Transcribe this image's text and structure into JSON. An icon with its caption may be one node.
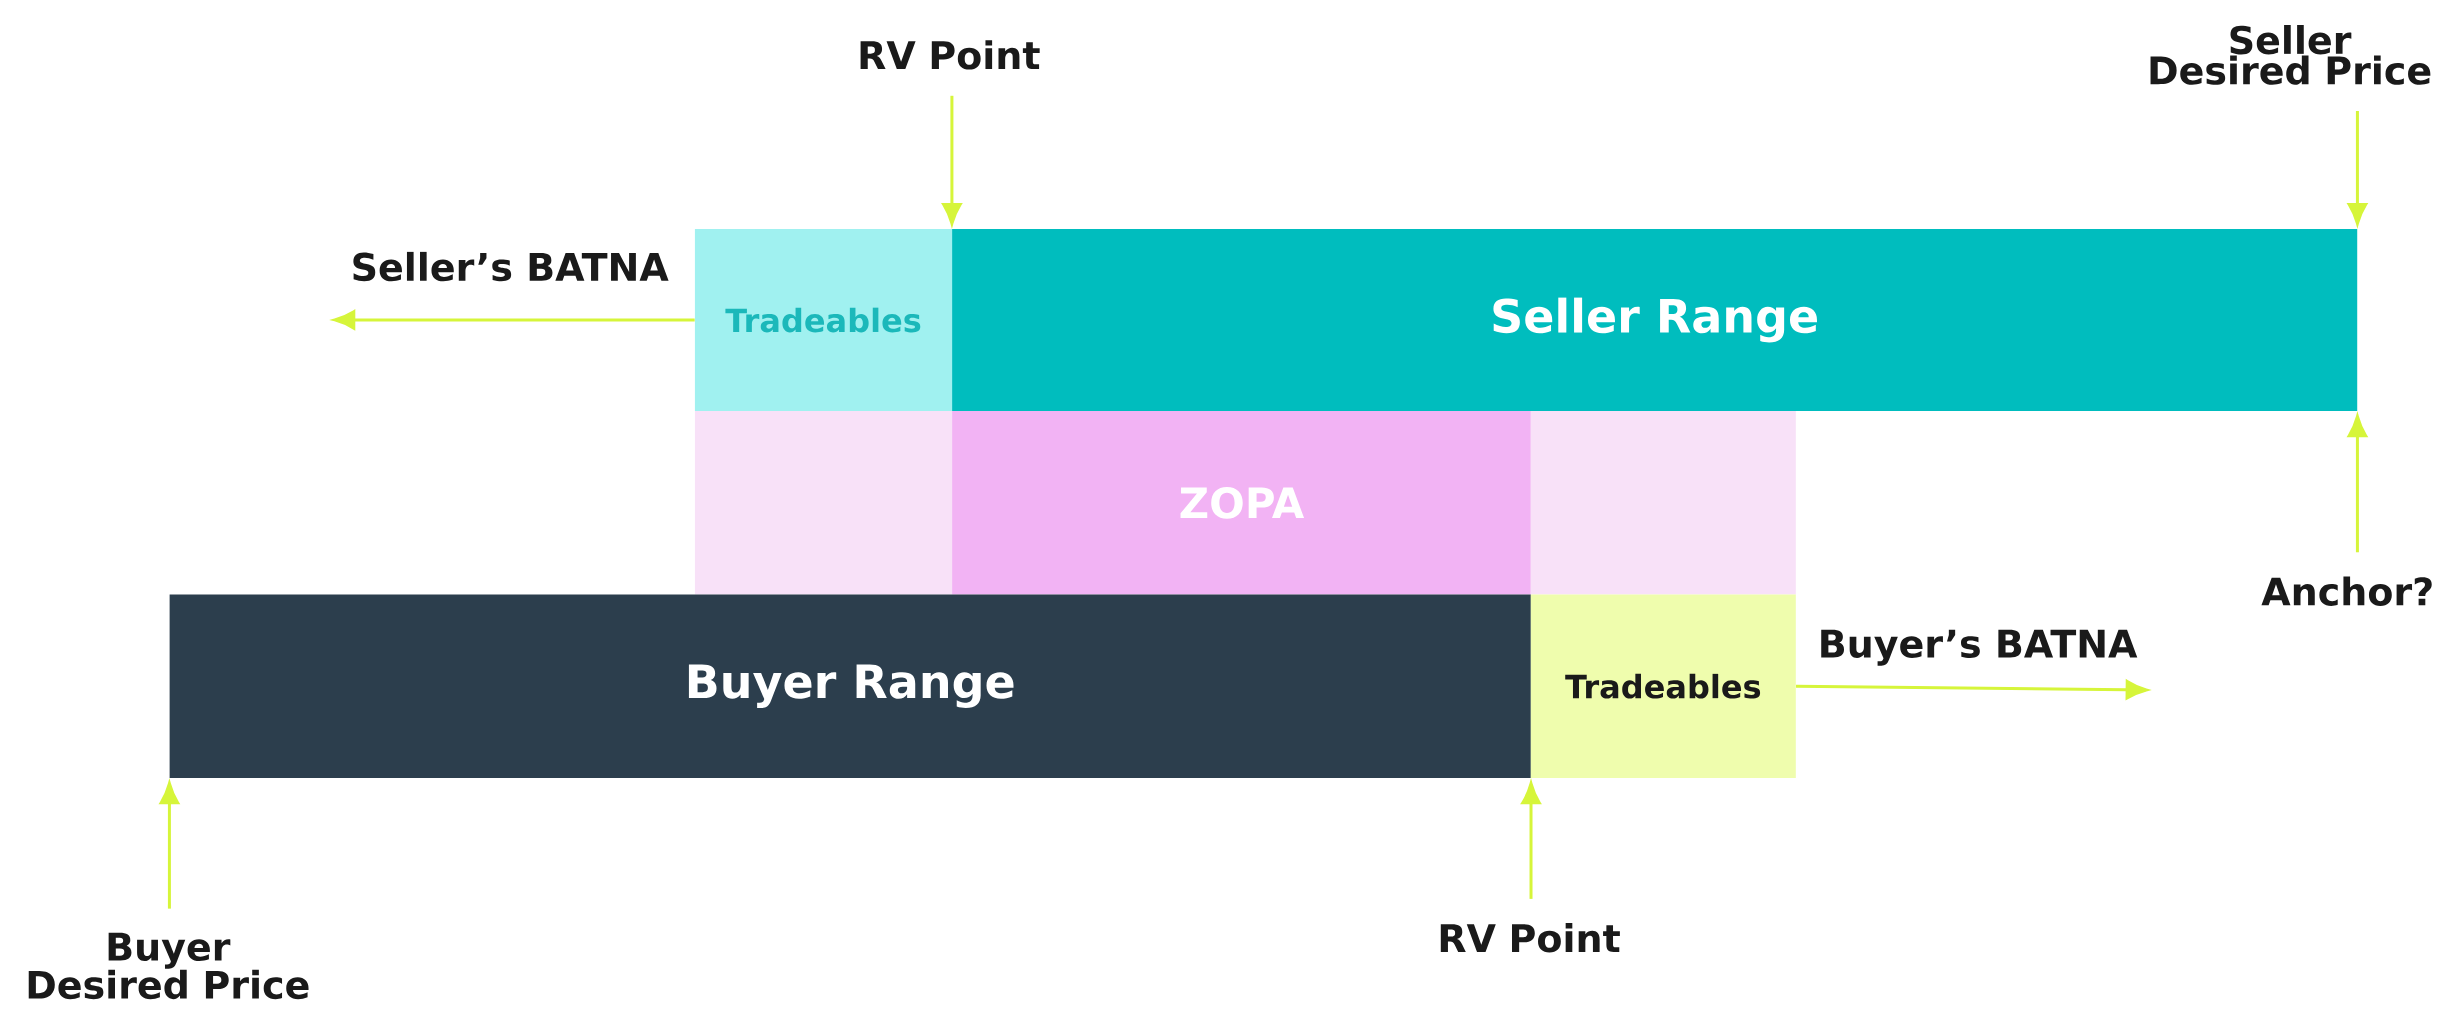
{
  "diagram": {
    "nodes": [
      {
        "text": [
          "RV Point"
        ]
      },
      {
        "text": [
          "Seller Desired Price"
        ]
      },
      {
        "text": [
          "Tradeables"
        ]
      },
      {
        "text": [
          "Seller Range"
        ]
      },
      {
        "text": [],
        "shape": "box"
      },
      {
        "text": [
          "ZOPA"
        ]
      },
      {
        "text": [],
        "shape": "box"
      },
      {
        "text": [
          "Anchor?"
        ]
      },
      {
        "text": [
          "Buyer Range"
        ]
      },
      {
        "text": [
          "Tradeables"
        ]
      },
      {
        "text": [
          "Buyer Desired Price"
        ]
      },
      {
        "text": [
          "RV Point"
        ]
      }
    ],
    "edges": [
      {
        "from": 0,
        "to": 3,
        "arrow": "to"
      },
      {
        "from": 1,
        "to": 3,
        "arrow": "to"
      },
      {
        "from": 7,
        "to": 3,
        "arrow": "to"
      },
      {
        "from": 2,
        "to": null,
        "arrow": "to",
        "label": "Seller’s BATNA"
      },
      {
        "from": 9,
        "to": null,
        "arrow": "to",
        "label": "Buyer’s BATNA"
      },
      {
        "from": 10,
        "to": 8,
        "arrow": "to"
      },
      {
        "from": 11,
        "to": 8,
        "arrow": "to"
      }
    ]
  }
}
